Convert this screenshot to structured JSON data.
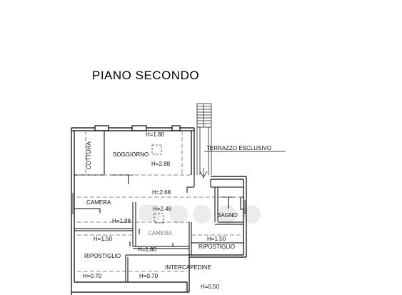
{
  "title": "PIANO SECONDO",
  "colors": {
    "walls": "#000000",
    "dash": "#777777",
    "stairs": "#222222",
    "watermark": "#e6e6e6"
  },
  "heights": {
    "h180_top": "H=1.80",
    "h288": "H=2.88",
    "h268": "H=2.68",
    "h248": "H=2.48",
    "h198": "H=1.98",
    "h150_left": "H=1.50",
    "h150_right": "H=1.50",
    "h180_bottom": "H=1.80",
    "h070_left": "H=0.70",
    "h070_mid": "H=0.70",
    "h050": "H=0.50"
  },
  "rooms": {
    "cottura": "COTTURA",
    "soggiorno": "SOGGIORNO",
    "camera_left": "CAMERA",
    "camera_center": "CAMERA",
    "bagno": "BAGNO",
    "ripostiglio_left": "RIPOSTIGLIO",
    "ripostiglio_right": "RIPOSTIGLIO",
    "intercapedine": "INTERCAPEDINE"
  },
  "annotations": {
    "terrazzo": "TERRAZZO ESCLUSIVO"
  }
}
